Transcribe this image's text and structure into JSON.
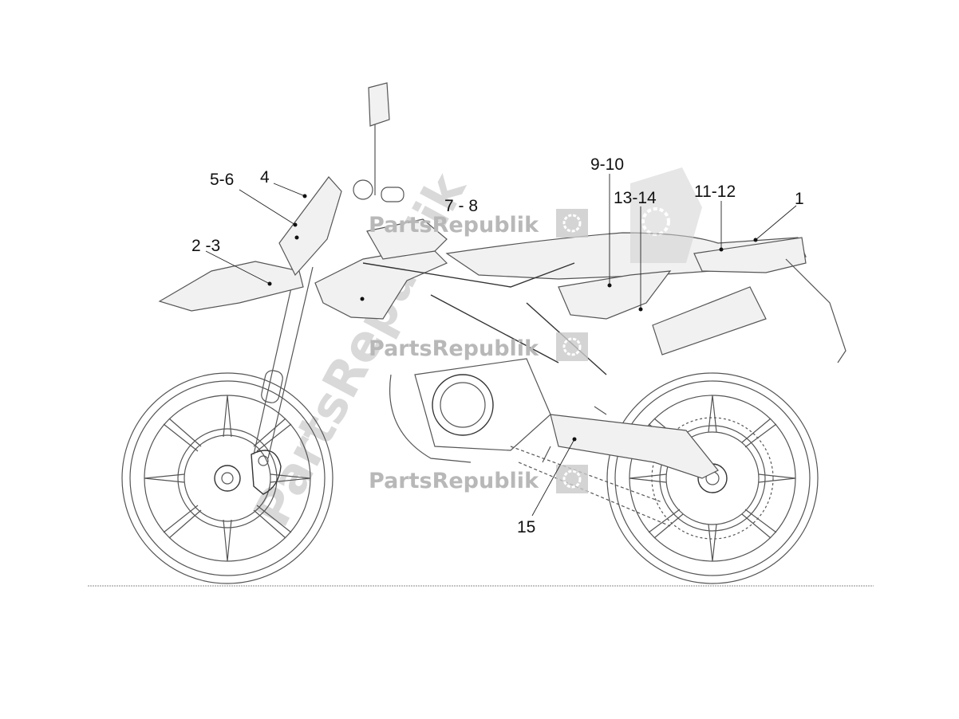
{
  "watermark": {
    "brand": "PartsRepublik",
    "diagonal": "PartsRepublik"
  },
  "callouts": [
    {
      "id": "c1",
      "label": "1"
    },
    {
      "id": "c2",
      "label": "2 -3"
    },
    {
      "id": "c4",
      "label": "4"
    },
    {
      "id": "c5",
      "label": "5-6"
    },
    {
      "id": "c7",
      "label": "7 - 8"
    },
    {
      "id": "c9",
      "label": "9-10"
    },
    {
      "id": "c11",
      "label": "11-12"
    },
    {
      "id": "c13",
      "label": "13-14"
    },
    {
      "id": "c15",
      "label": "15"
    }
  ],
  "icons": [
    "gear-logo-icon"
  ]
}
